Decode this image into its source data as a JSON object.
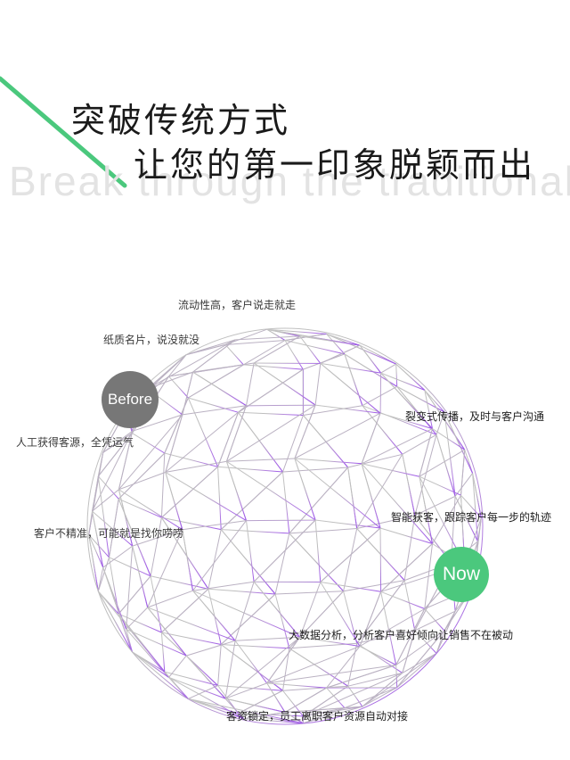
{
  "header": {
    "title_line1": "突破传统方式",
    "title_line2": "让您的第一印象脱颖而出",
    "subtitle_en": "Break through the traditional"
  },
  "badges": {
    "before": "Before",
    "now": "Now"
  },
  "before_points": [
    "流动性高，客户说走就走",
    "纸质名片，说没就没",
    "人工获得客源，全凭运气",
    "客户不精准，可能就是找你唠唠"
  ],
  "now_points": [
    "裂变式传播，及时与客户沟通",
    "智能获客，跟踪客户每一步的轨迹",
    "大数据分析，分析客户喜好倾向让销售不在被动",
    "客资锁定，员工离职客户资源自动对接"
  ],
  "colors": {
    "accent_green": "#4bc87d",
    "badge_gray": "#777777",
    "mesh_gray": "#bdbdbd",
    "mesh_purple": "#a35fe0"
  }
}
